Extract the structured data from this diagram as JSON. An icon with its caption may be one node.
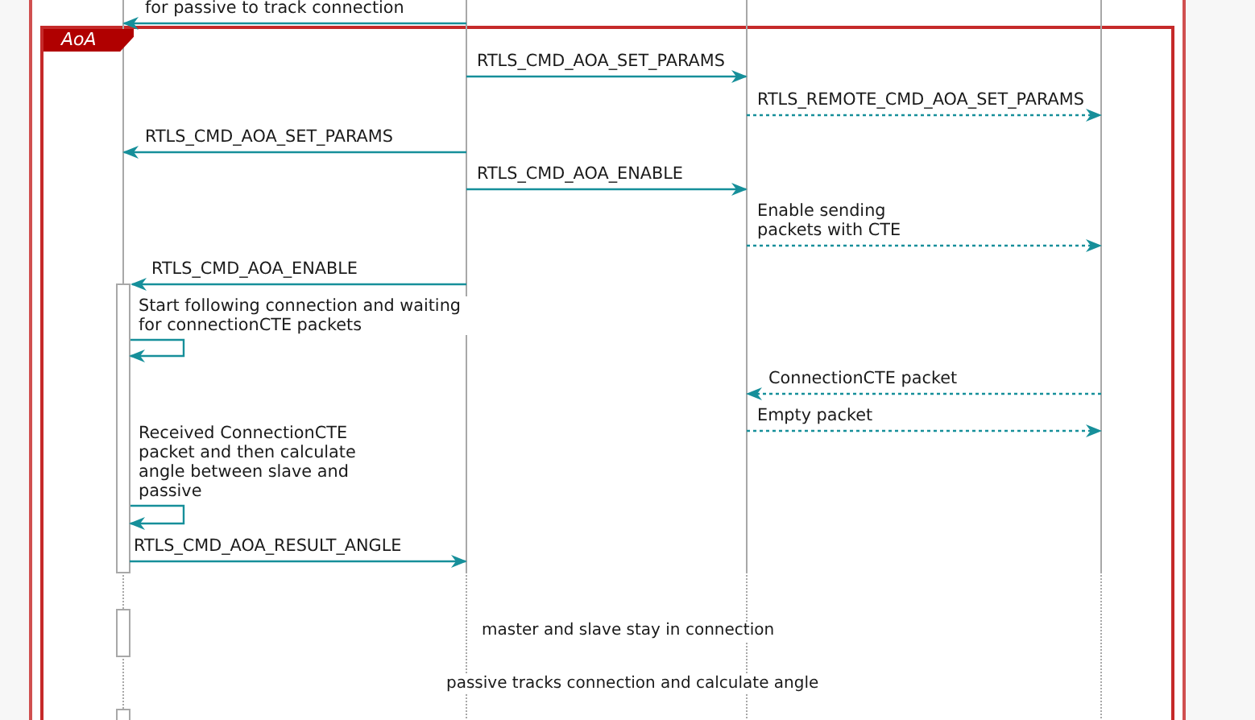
{
  "diagram": {
    "nodes": [
      {
        "text": [],
        "shape": "bar"
      },
      {
        "text": [],
        "shape": "bar"
      },
      {
        "text": [],
        "shape": "bar"
      },
      {
        "text": [],
        "shape": "bar"
      }
    ],
    "edges": [
      {
        "from": 1,
        "to": 0,
        "arrow": "to",
        "label": "for passive to track connection"
      },
      {
        "from": 1,
        "to": 2,
        "arrow": "to",
        "label": "RTLS_CMD_AOA_SET_PARAMS"
      },
      {
        "from": 2,
        "to": 3,
        "arrow": "to",
        "label": "RTLS_REMOTE_CMD_AOA_SET_PARAMS",
        "style": "dashed"
      },
      {
        "from": 1,
        "to": 0,
        "arrow": "to",
        "label": "RTLS_CMD_AOA_SET_PARAMS"
      },
      {
        "from": 1,
        "to": 2,
        "arrow": "to",
        "label": "RTLS_CMD_AOA_ENABLE"
      },
      {
        "from": 2,
        "to": 3,
        "arrow": "to",
        "label": "Enable sending packets with CTE",
        "style": "dashed"
      },
      {
        "from": 1,
        "to": 0,
        "arrow": "to",
        "label": "RTLS_CMD_AOA_ENABLE"
      },
      {
        "from": 0,
        "to": 0,
        "arrow": "to",
        "label": "Start following connection and waiting for connectionCTE packets"
      },
      {
        "from": 3,
        "to": 2,
        "arrow": "to",
        "label": "ConnectionCTE packet",
        "style": "dashed"
      },
      {
        "from": 2,
        "to": 3,
        "arrow": "to",
        "label": "Empty packet",
        "style": "dashed"
      },
      {
        "from": 0,
        "to": 0,
        "arrow": "to",
        "label": "Received ConnectionCTE packet and then calculate angle between slave and passive"
      },
      {
        "from": 0,
        "to": 1,
        "arrow": "to",
        "label": "RTLS_CMD_AOA_RESULT_ANGLE"
      }
    ],
    "labels": [
      "AoA",
      "master and slave stay in connection",
      "passive tracks connection and calculate angle"
    ]
  }
}
